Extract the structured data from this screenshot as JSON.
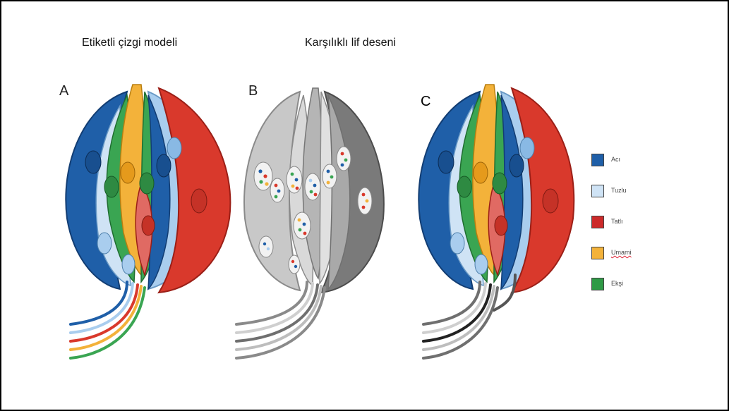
{
  "headings": {
    "left": "Etiketli çizgi modeli",
    "middle": "Karşılıklı lif deseni"
  },
  "panels": {
    "a": "A",
    "b": "B",
    "c": "C"
  },
  "legend": {
    "items": [
      {
        "label": "Acı",
        "color": "#1f5fa8"
      },
      {
        "label": "Tuzlu",
        "color": "#cfe3f5"
      },
      {
        "label": "Tatlı",
        "color": "#cc2a2a"
      },
      {
        "label": "Umami",
        "color": "#f3b23a"
      },
      {
        "label": "Ekşi",
        "color": "#2f9a46"
      }
    ]
  },
  "colors": {
    "bitter": "#1f5fa8",
    "salty": "#a9cdee",
    "sweet": "#d9392c",
    "umami": "#f3b23a",
    "sour": "#3aa552",
    "gray_dark": "#6f6f6f",
    "gray_light": "#cfcfcf"
  }
}
